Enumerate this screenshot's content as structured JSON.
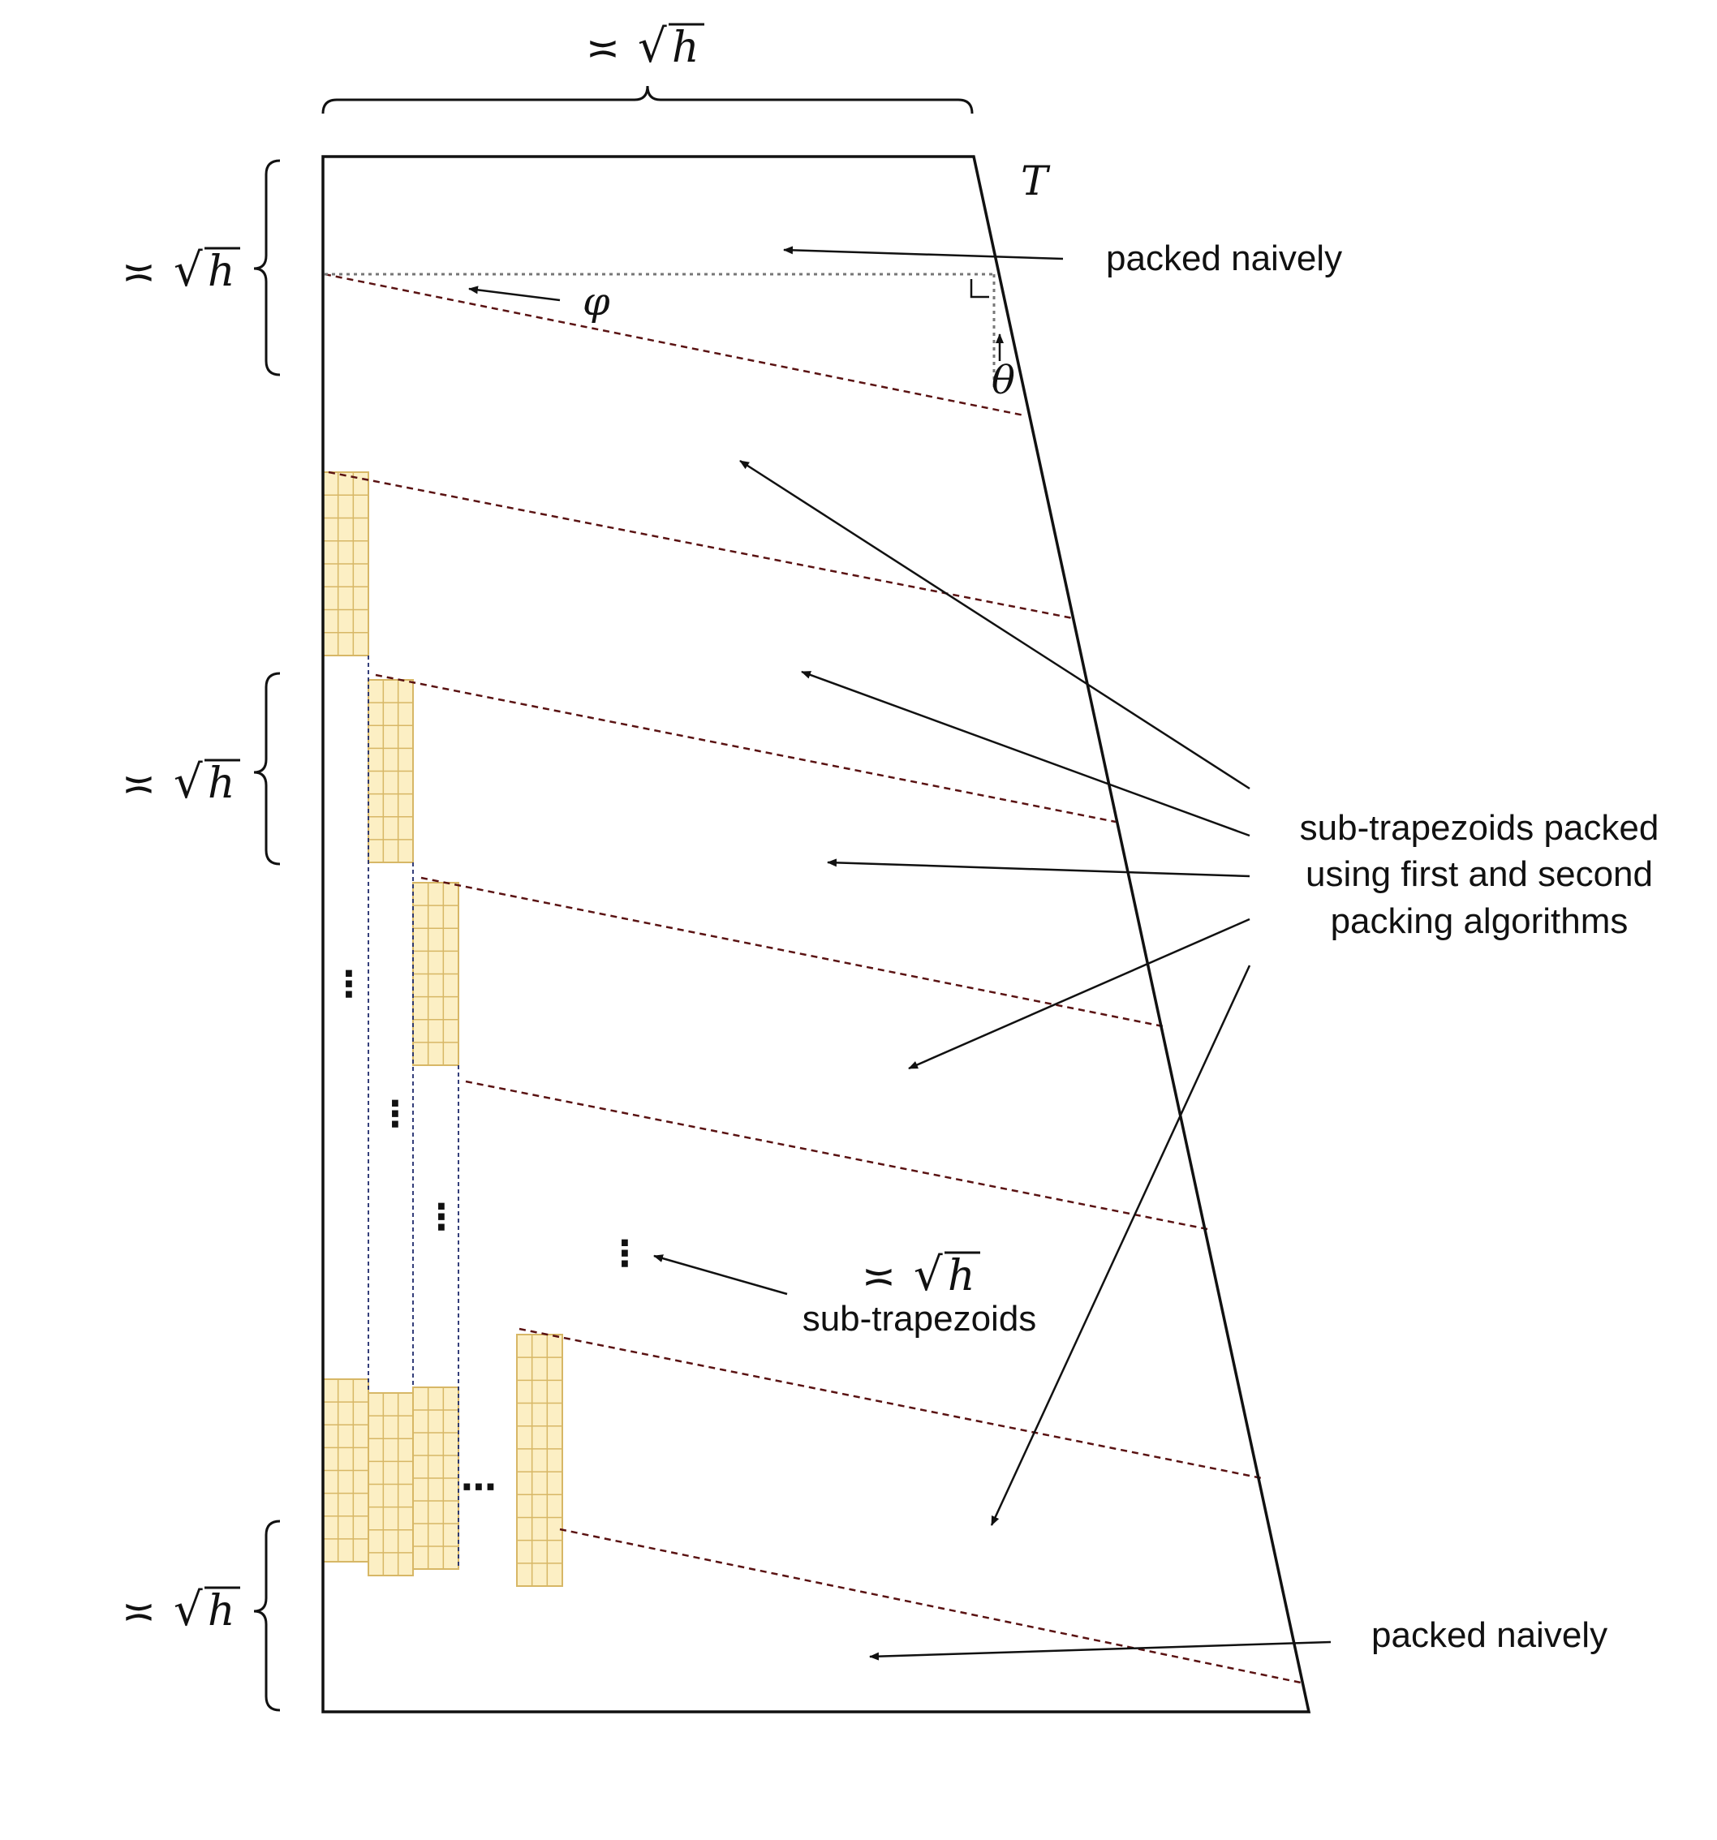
{
  "symbols": {
    "asymp": "≍",
    "sqrt": "√",
    "h": "h",
    "T": "T",
    "phi": "φ",
    "theta": "θ",
    "vdots": "⋮",
    "hdots": "⋯"
  },
  "labels": {
    "packed_naively_top": "packed naively",
    "packed_naively_bottom": "packed naively",
    "sub_trap_line1": "sub-trapezoids packed",
    "sub_trap_line2": "using first and second",
    "sub_trap_line3": "packing algorithms",
    "count_label": "sub-trapezoids"
  },
  "colors": {
    "outline": "#111111",
    "strip_divider": "#5a1212",
    "guide": "#777777",
    "cell_fill": "#fcefc4",
    "cell_stroke": "#d7b766",
    "column_divider": "#1f2a6b"
  }
}
